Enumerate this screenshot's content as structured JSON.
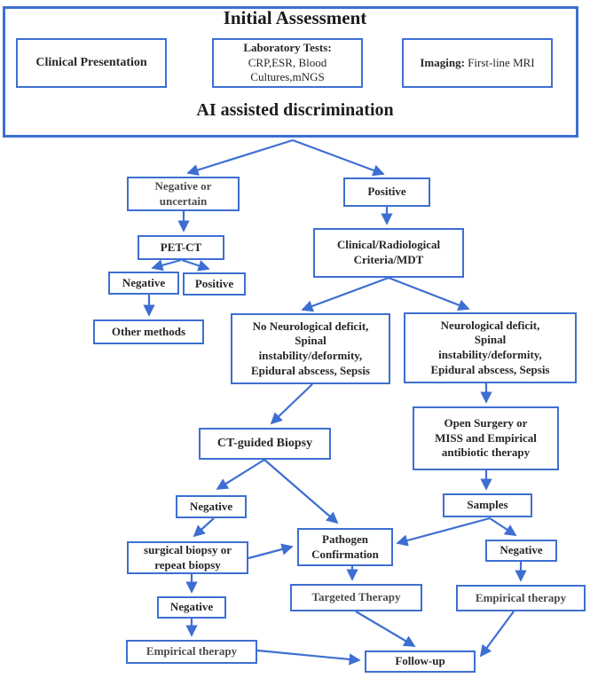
{
  "colors": {
    "line_blue": "#3D6FD2",
    "box_border_blue": "#3D6FD2",
    "text_dark": "#262626",
    "background": "#ffffff"
  },
  "header": {
    "title": "Initial Assessment",
    "subtitle": "AI assisted discrimination",
    "clinical_presentation": "Clinical Presentation",
    "laboratory_title": "Laboratory Tests:",
    "laboratory_body": "CRP,ESR, Blood\nCultures,mNGS",
    "imaging_title": "Imaging:",
    "imaging_body": " First-line MRI"
  },
  "nodes": {
    "negative_or_uncertain": {
      "label": "Negative or\nuncertain"
    },
    "positive": {
      "label": "Positive"
    },
    "pet_ct": {
      "label": "PET-CT"
    },
    "pet_negative": {
      "label": "Negative"
    },
    "pet_positive": {
      "label": "Positive"
    },
    "other_methods": {
      "label": "Other methods"
    },
    "criteria_mdt": {
      "label": "Clinical/Radiological\nCriteria/MDT"
    },
    "no_neuro_deficit": {
      "label": "No Neurological deficit,\nSpinal\ninstability/deformity,\nEpidural abscess, Sepsis"
    },
    "neuro_deficit": {
      "label": "Neurological deficit,\nSpinal\ninstability/deformity,\nEpidural abscess, Sepsis"
    },
    "ct_guided_biopsy": {
      "label": "CT-guided Biopsy"
    },
    "open_surgery": {
      "label": "Open Surgery or\nMISS and Empirical\nantibiotic therapy"
    },
    "biopsy_negative": {
      "label": "Negative"
    },
    "samples": {
      "label": "Samples"
    },
    "surgical_or_repeat_biopsy": {
      "label": "surgical biopsy or\nrepeat biopsy"
    },
    "pathogen_confirmation": {
      "label": "Pathogen\nConfirmation"
    },
    "samples_negative": {
      "label": "Negative"
    },
    "repeat_negative": {
      "label": "Negative"
    },
    "targeted_therapy": {
      "label": "Targeted Therapy"
    },
    "empirical_therapy_right": {
      "label": "Empirical therapy"
    },
    "empirical_therapy_left": {
      "label": "Empirical therapy"
    },
    "follow_up": {
      "label": "Follow-up"
    }
  },
  "edges": [
    {
      "from": "initial_assessment",
      "to": "negative_or_uncertain"
    },
    {
      "from": "initial_assessment",
      "to": "positive"
    },
    {
      "from": "negative_or_uncertain",
      "to": "pet_ct"
    },
    {
      "from": "pet_ct",
      "to": "pet_negative"
    },
    {
      "from": "pet_ct",
      "to": "pet_positive"
    },
    {
      "from": "pet_negative",
      "to": "other_methods"
    },
    {
      "from": "positive",
      "to": "criteria_mdt"
    },
    {
      "from": "criteria_mdt",
      "to": "no_neuro_deficit"
    },
    {
      "from": "criteria_mdt",
      "to": "neuro_deficit"
    },
    {
      "from": "no_neuro_deficit",
      "to": "ct_guided_biopsy"
    },
    {
      "from": "neuro_deficit",
      "to": "open_surgery"
    },
    {
      "from": "ct_guided_biopsy",
      "to": "biopsy_negative"
    },
    {
      "from": "ct_guided_biopsy",
      "to": "pathogen_confirmation"
    },
    {
      "from": "biopsy_negative",
      "to": "surgical_or_repeat_biopsy"
    },
    {
      "from": "surgical_or_repeat_biopsy",
      "to": "pathogen_confirmation"
    },
    {
      "from": "surgical_or_repeat_biopsy",
      "to": "repeat_negative"
    },
    {
      "from": "repeat_negative",
      "to": "empirical_therapy_left"
    },
    {
      "from": "empirical_therapy_left",
      "to": "follow_up"
    },
    {
      "from": "pathogen_confirmation",
      "to": "targeted_therapy"
    },
    {
      "from": "targeted_therapy",
      "to": "follow_up"
    },
    {
      "from": "open_surgery",
      "to": "samples"
    },
    {
      "from": "samples",
      "to": "pathogen_confirmation"
    },
    {
      "from": "samples",
      "to": "samples_negative"
    },
    {
      "from": "samples_negative",
      "to": "empirical_therapy_right"
    },
    {
      "from": "empirical_therapy_right",
      "to": "follow_up"
    }
  ]
}
